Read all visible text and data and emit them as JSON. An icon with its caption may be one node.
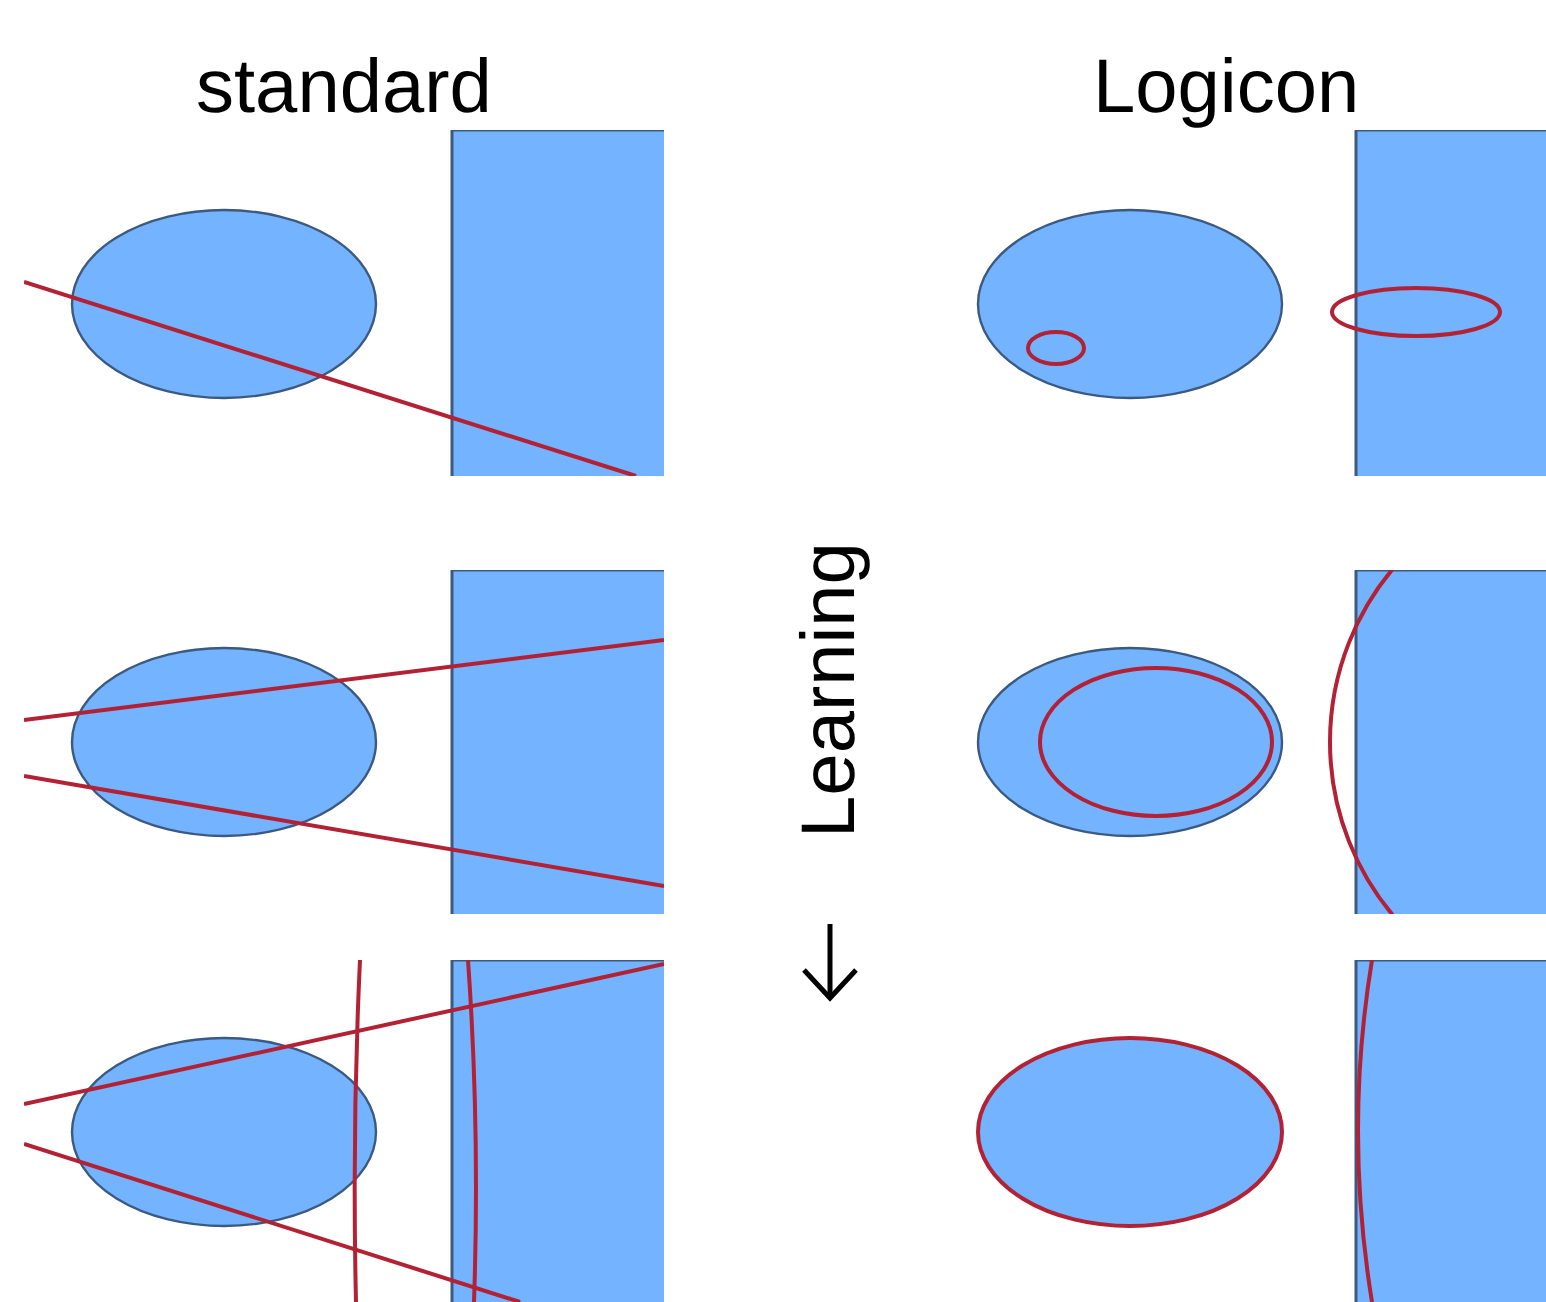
{
  "diagram": {
    "labels": [
      "standard",
      "Logicon",
      "Learning"
    ]
  }
}
